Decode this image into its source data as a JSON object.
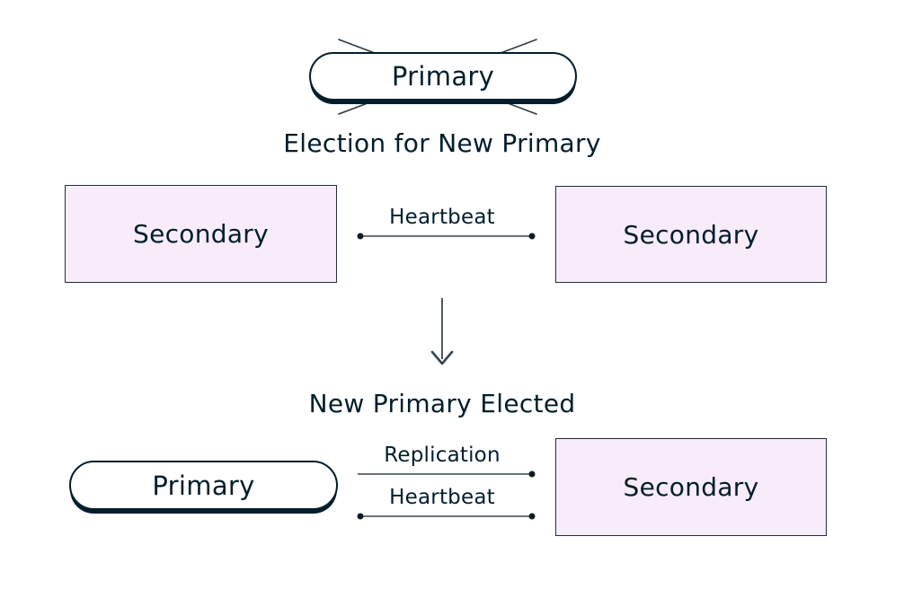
{
  "diagram": {
    "stage1": {
      "failed_primary_label": "Primary",
      "title": "Election for New Primary",
      "secondary_left_label": "Secondary",
      "secondary_right_label": "Secondary",
      "heartbeat_label": "Heartbeat"
    },
    "stage2": {
      "subtitle": "New Primary Elected",
      "primary_label": "Primary",
      "secondary_label": "Secondary",
      "replication_label": "Replication",
      "heartbeat_label": "Heartbeat"
    },
    "colors": {
      "text": "#001E2B",
      "node-border": "#001E2B",
      "secondary-fill": "#F8ECFA",
      "connector": "#39444D",
      "bg": "#FFFFFF"
    }
  }
}
